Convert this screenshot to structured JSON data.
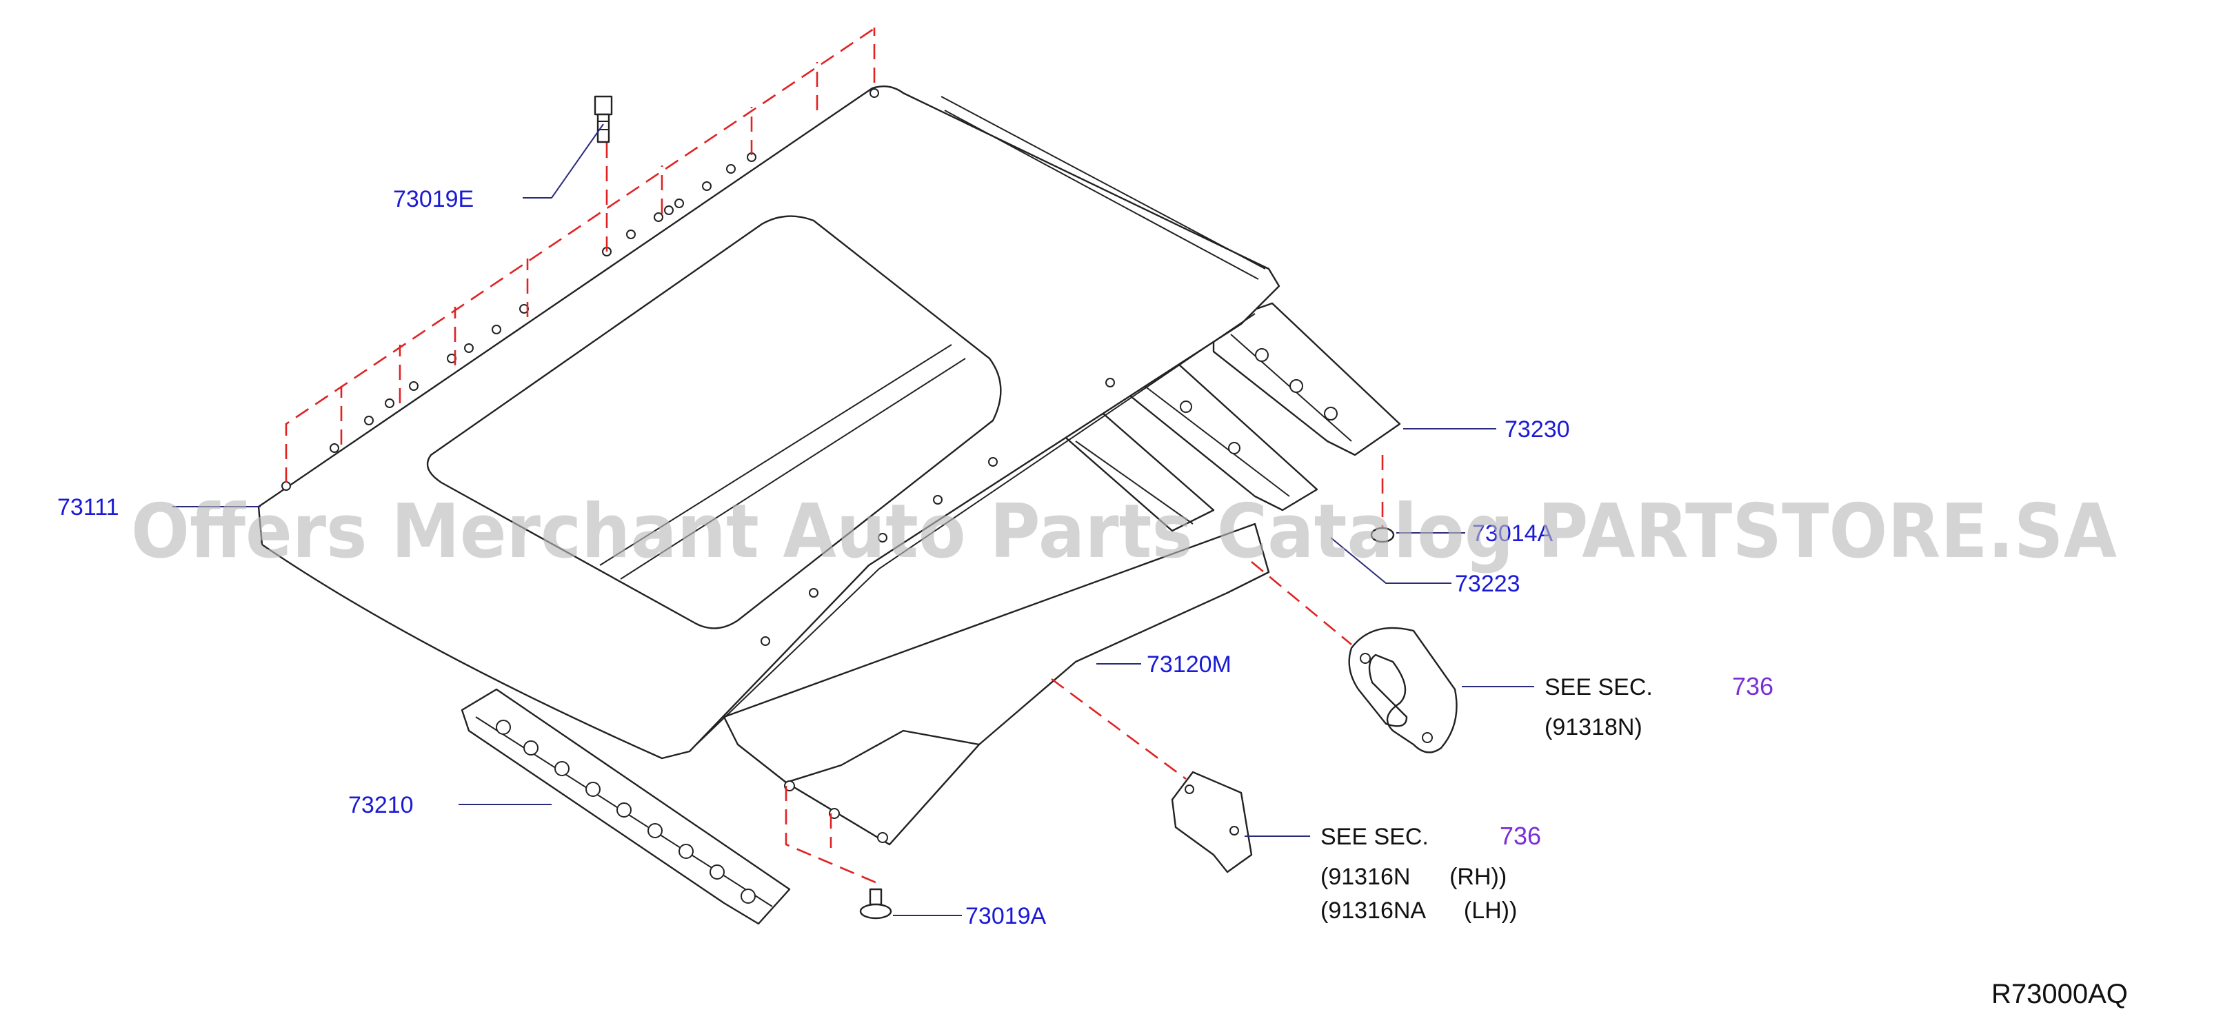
{
  "diagram": {
    "labels": {
      "p73019E": "73019E",
      "p73111": "73111",
      "p73230": "73230",
      "p73014A": "73014A",
      "p73223": "73223",
      "p73120M": "73120M",
      "p73210": "73210",
      "p73019A": "73019A"
    },
    "notes": {
      "see_sec_1": "SEE   SEC.",
      "sec_num_1": "736",
      "part_1": "(91318N)",
      "see_sec_2": "SEE   SEC.",
      "sec_num_2": "736",
      "part_2a": "(91316N      (RH))",
      "part_2b": "(91316NA      (LH))"
    },
    "reference_code": "R73000AQ",
    "watermark": "Offers Merchant Auto Parts Catalog PARTSTORE.SA",
    "colors": {
      "label_blue": "#1a1ad6",
      "section_purple": "#7a2fd6",
      "dash_red": "#e02222",
      "watermark_gray": "#b9b9b9"
    }
  }
}
